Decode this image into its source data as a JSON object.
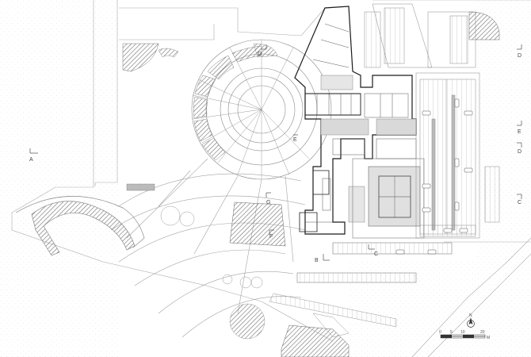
{
  "section_marks": [
    {
      "id": "section-a",
      "label": "A"
    },
    {
      "id": "section-b",
      "label": "B"
    },
    {
      "id": "section-c",
      "label": "C"
    },
    {
      "id": "section-d-top",
      "label": "D"
    },
    {
      "id": "section-d-right",
      "label": "D"
    },
    {
      "id": "section-e-top",
      "label": "E"
    },
    {
      "id": "section-e-right",
      "label": "E"
    },
    {
      "id": "section-f",
      "label": "F"
    },
    {
      "id": "section-g",
      "label": "G"
    },
    {
      "id": "section-d-right2",
      "label": "D"
    },
    {
      "id": "section-c-right",
      "label": "C"
    }
  ],
  "scale_bar": {
    "ticks": [
      "0",
      "5",
      "10",
      "20"
    ],
    "unit": "M"
  },
  "north_arrow": {
    "label": "N"
  },
  "colors": {
    "line": "#8a8a8a",
    "dark_line": "#1a1a1a",
    "hatch": "#7a7a7a",
    "fill_grey": "#d8d8d8",
    "fill_dark": "#9a9a9a",
    "bg": "#ffffff"
  }
}
